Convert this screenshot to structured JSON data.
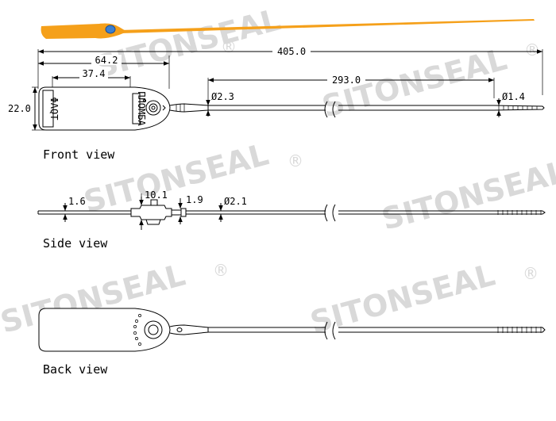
{
  "watermark": {
    "text": "SITONSEAL",
    "mark": "®"
  },
  "product_photo": {
    "color": "#f5a01a",
    "insert_color": "#3b7fd0"
  },
  "front_view": {
    "label": "Front view",
    "dims": {
      "overall_length": "405.0",
      "head_length": "64.2",
      "label_length": "37.4",
      "tail_length": "293.0",
      "height": "22.0",
      "diameter_strap": "Ø2.3",
      "diameter_tip": "Ø1.4"
    },
    "printed_text": "ΦAQT",
    "side_text": "ПЛОМБА"
  },
  "side_view": {
    "label": "Side view",
    "dims": {
      "thickness": "1.6",
      "body_width": "10.1",
      "ring": "1.9",
      "diameter": "Ø2.1"
    }
  },
  "back_view": {
    "label": "Back view"
  }
}
